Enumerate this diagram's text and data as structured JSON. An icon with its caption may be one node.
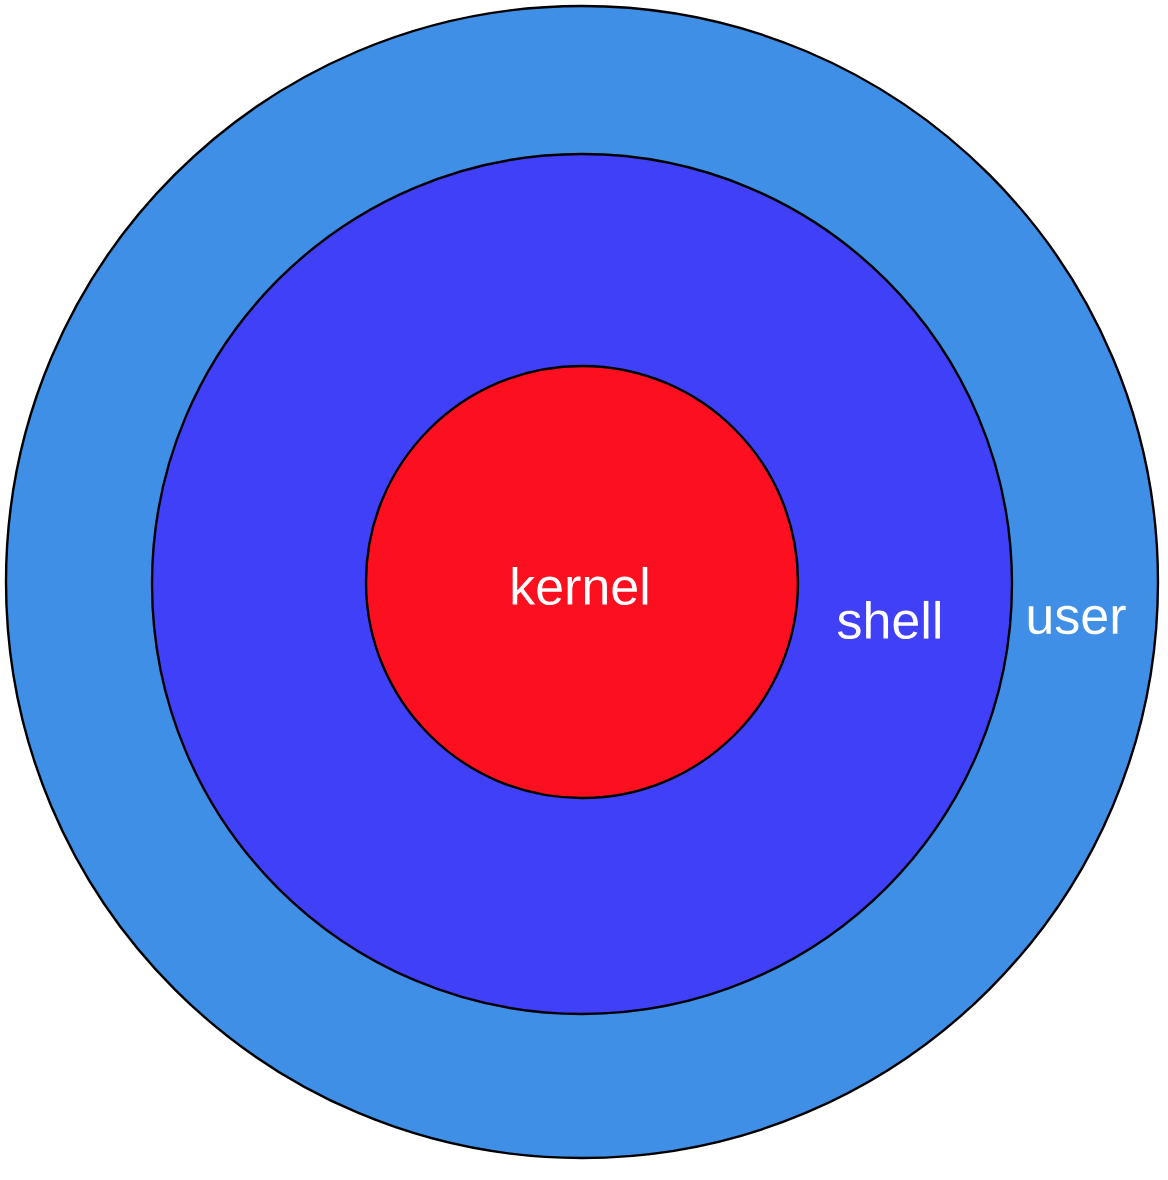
{
  "diagram": {
    "nodes": [
      {
        "text": [
          "user"
        ]
      },
      {
        "text": [
          "shell"
        ],
        "in": 0
      },
      {
        "text": [
          "kernel"
        ],
        "in": 1
      }
    ]
  }
}
